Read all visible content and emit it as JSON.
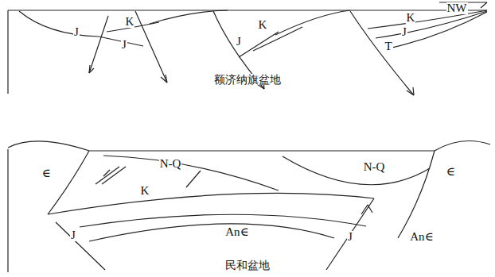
{
  "diagram": {
    "labels": [
      "NW",
      "J",
      "K",
      "J",
      "K",
      "J",
      "K",
      "J",
      "T",
      "额济纳旗盆地",
      "∈",
      "N-Q",
      "K",
      "N-Q",
      "∈",
      "J",
      "An∈",
      "J",
      "An∈",
      "民和盆地"
    ]
  }
}
